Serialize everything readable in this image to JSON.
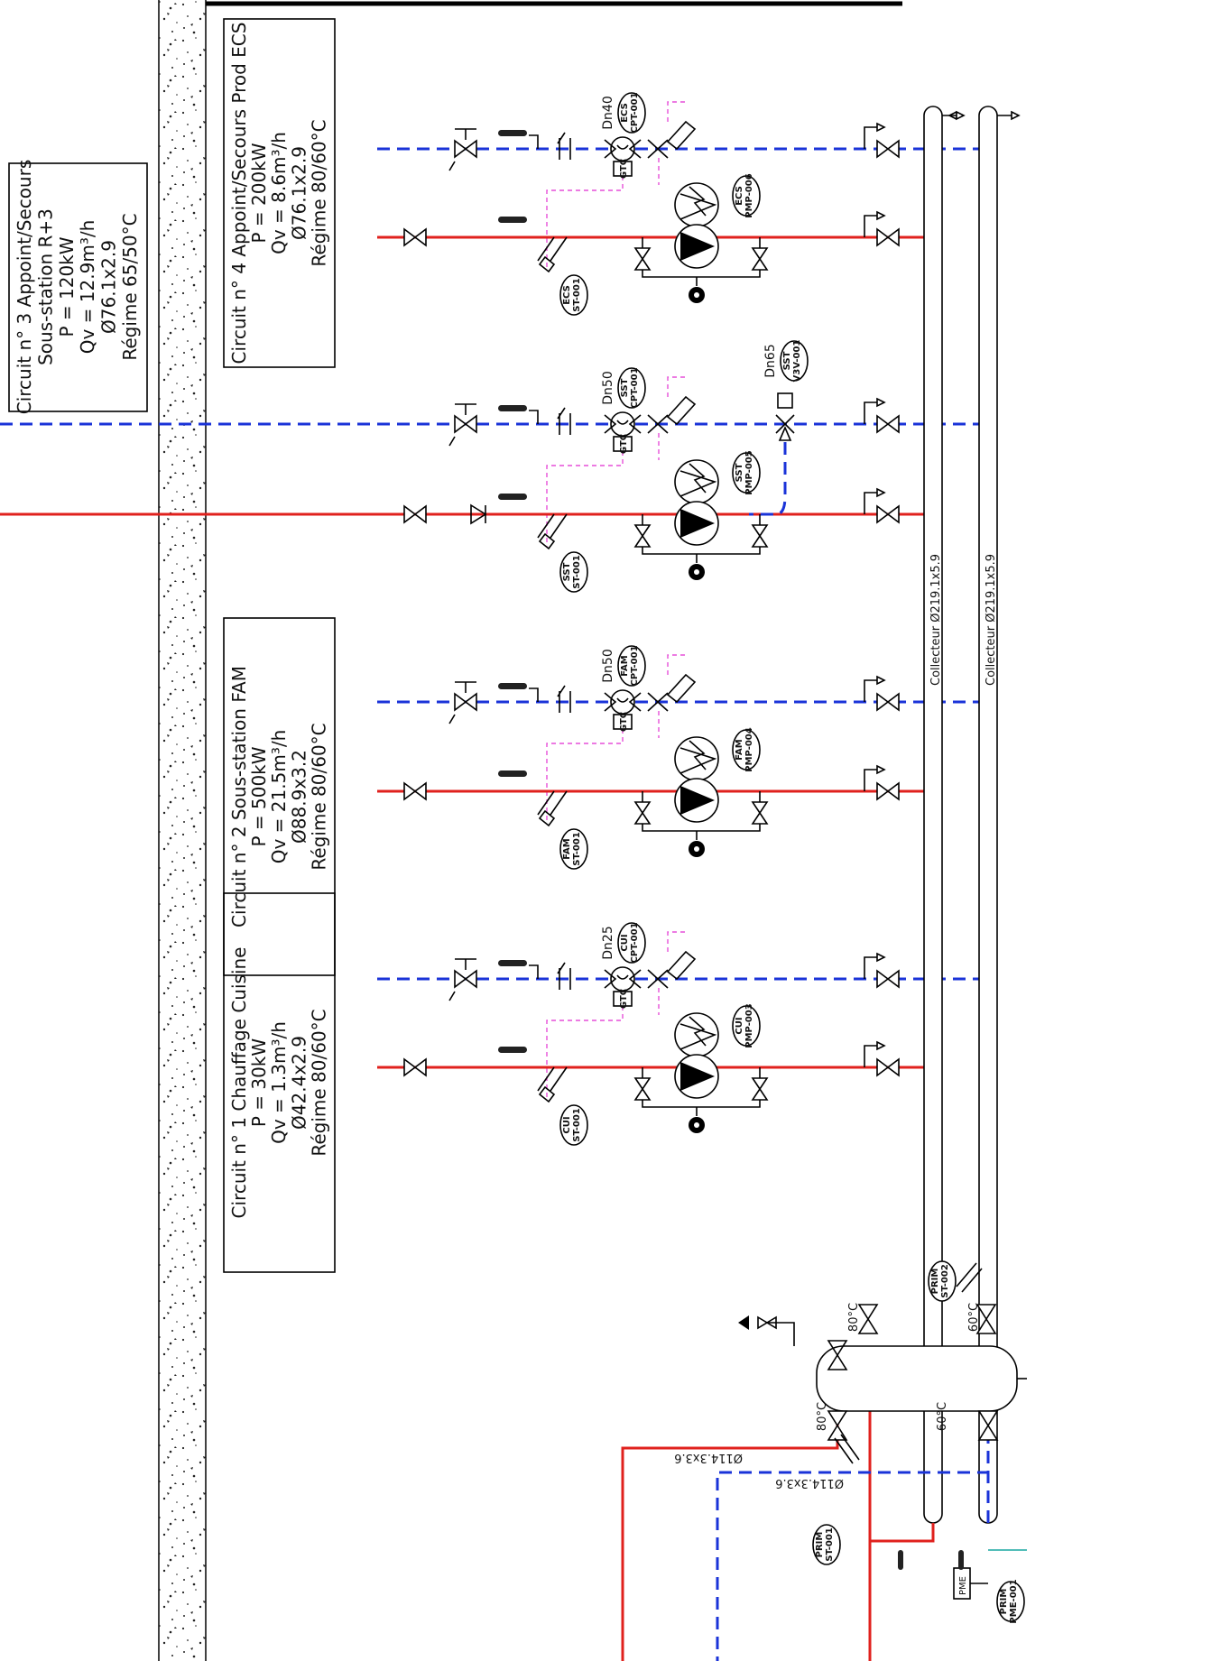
{
  "page_title": "",
  "circuits": [
    {
      "id": "cui",
      "label_lines": [
        "Circuit n° 1 Chauffage Cuisine",
        "P = 30kW",
        "Qv = 1.3m³/h",
        "Ø42.4x2.9",
        "Régime 80/60°C"
      ],
      "dn": "Dn25",
      "tag_counter": "CUI\nCPT-001",
      "tag_pump": "CUI\nPMP-003",
      "tag_sensor": "CUI\nST-001"
    },
    {
      "id": "fam",
      "label_lines": [
        "Circuit n° 2 Sous-station FAM",
        "P = 500kW",
        "Qv = 21.5m³/h",
        "Ø88.9x3.2",
        "Régime 80/60°C"
      ],
      "dn": "Dn50",
      "tag_counter": "FAM\nCPT-001",
      "tag_pump": "FAM\nPMP-004",
      "tag_sensor": "FAM\nST-001"
    },
    {
      "id": "sst",
      "label_lines": [
        "Circuit n° 3 Appoint/Secours",
        "Sous-station R+3",
        "P = 120kW",
        "Qv = 12.9m³/h",
        "Ø76.1x2.9",
        "Régime 65/50°C"
      ],
      "dn": "Dn50",
      "tag_counter": "SST\nCPT-001",
      "tag_pump": "SST\nPMP-005",
      "tag_sensor": "SST\nST-001",
      "valve_dn": "Dn65",
      "tag_valve": "SST\nV3V-001"
    },
    {
      "id": "ecs",
      "label_lines": [
        "Circuit n° 4 Appoint/Secours Prod ECS",
        "P = 200kW",
        "Qv = 8.6m³/h",
        "Ø76.1x2.9",
        "Régime 80/60°C"
      ],
      "dn": "Dn40",
      "tag_counter": "ECS\nCPT-001",
      "tag_pump": "ECS\nPMP-006",
      "tag_sensor": "ECS\nST-001"
    }
  ],
  "collectors": [
    "Collecteur Ø219.1x5.9",
    "Collecteur Ø219.1x5.9"
  ],
  "gtc_label": "GTC",
  "primary": {
    "tag_st1": "PRIM\nST-001",
    "tag_st2": "PRIM\nST-002",
    "tag_pme": "PRIM\nPME-001",
    "pme_box": "PME",
    "temp_hot": "80°C",
    "temp_cold": "60°C",
    "pipe1": "Ø114.3x3.6",
    "pipe2": "Ø114.3x3.6"
  },
  "colors": {
    "supply": "#e0211d",
    "return": "#1a33d8",
    "signal": "#e64fd8"
  }
}
